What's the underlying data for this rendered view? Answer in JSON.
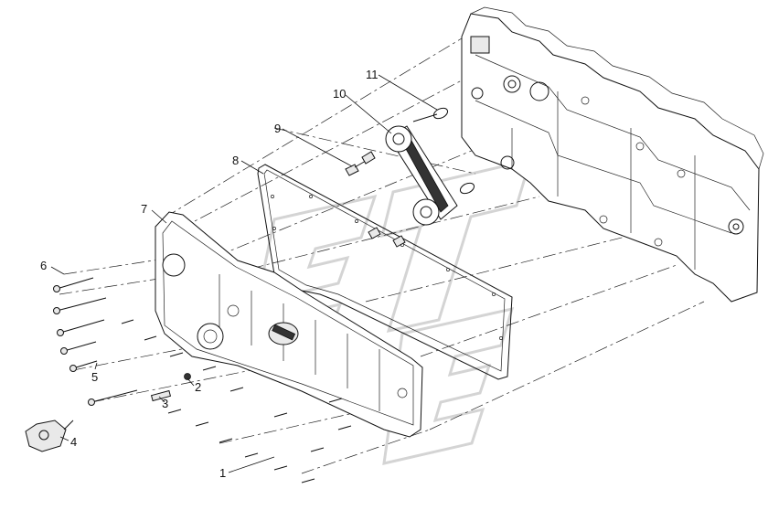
{
  "callouts": [
    {
      "id": "c1",
      "text": "1"
    },
    {
      "id": "c2",
      "text": "2"
    },
    {
      "id": "c3",
      "text": "3"
    },
    {
      "id": "c4",
      "text": "4"
    },
    {
      "id": "c5",
      "text": "5"
    },
    {
      "id": "c6",
      "text": "6"
    },
    {
      "id": "c7",
      "text": "7"
    },
    {
      "id": "c8",
      "text": "8"
    },
    {
      "id": "c9",
      "text": "9"
    },
    {
      "id": "c10",
      "text": "10"
    },
    {
      "id": "c11",
      "text": "11"
    }
  ],
  "colors": {
    "ink": "#111111",
    "watermark": "#d4d4d4",
    "background": "#ffffff"
  }
}
